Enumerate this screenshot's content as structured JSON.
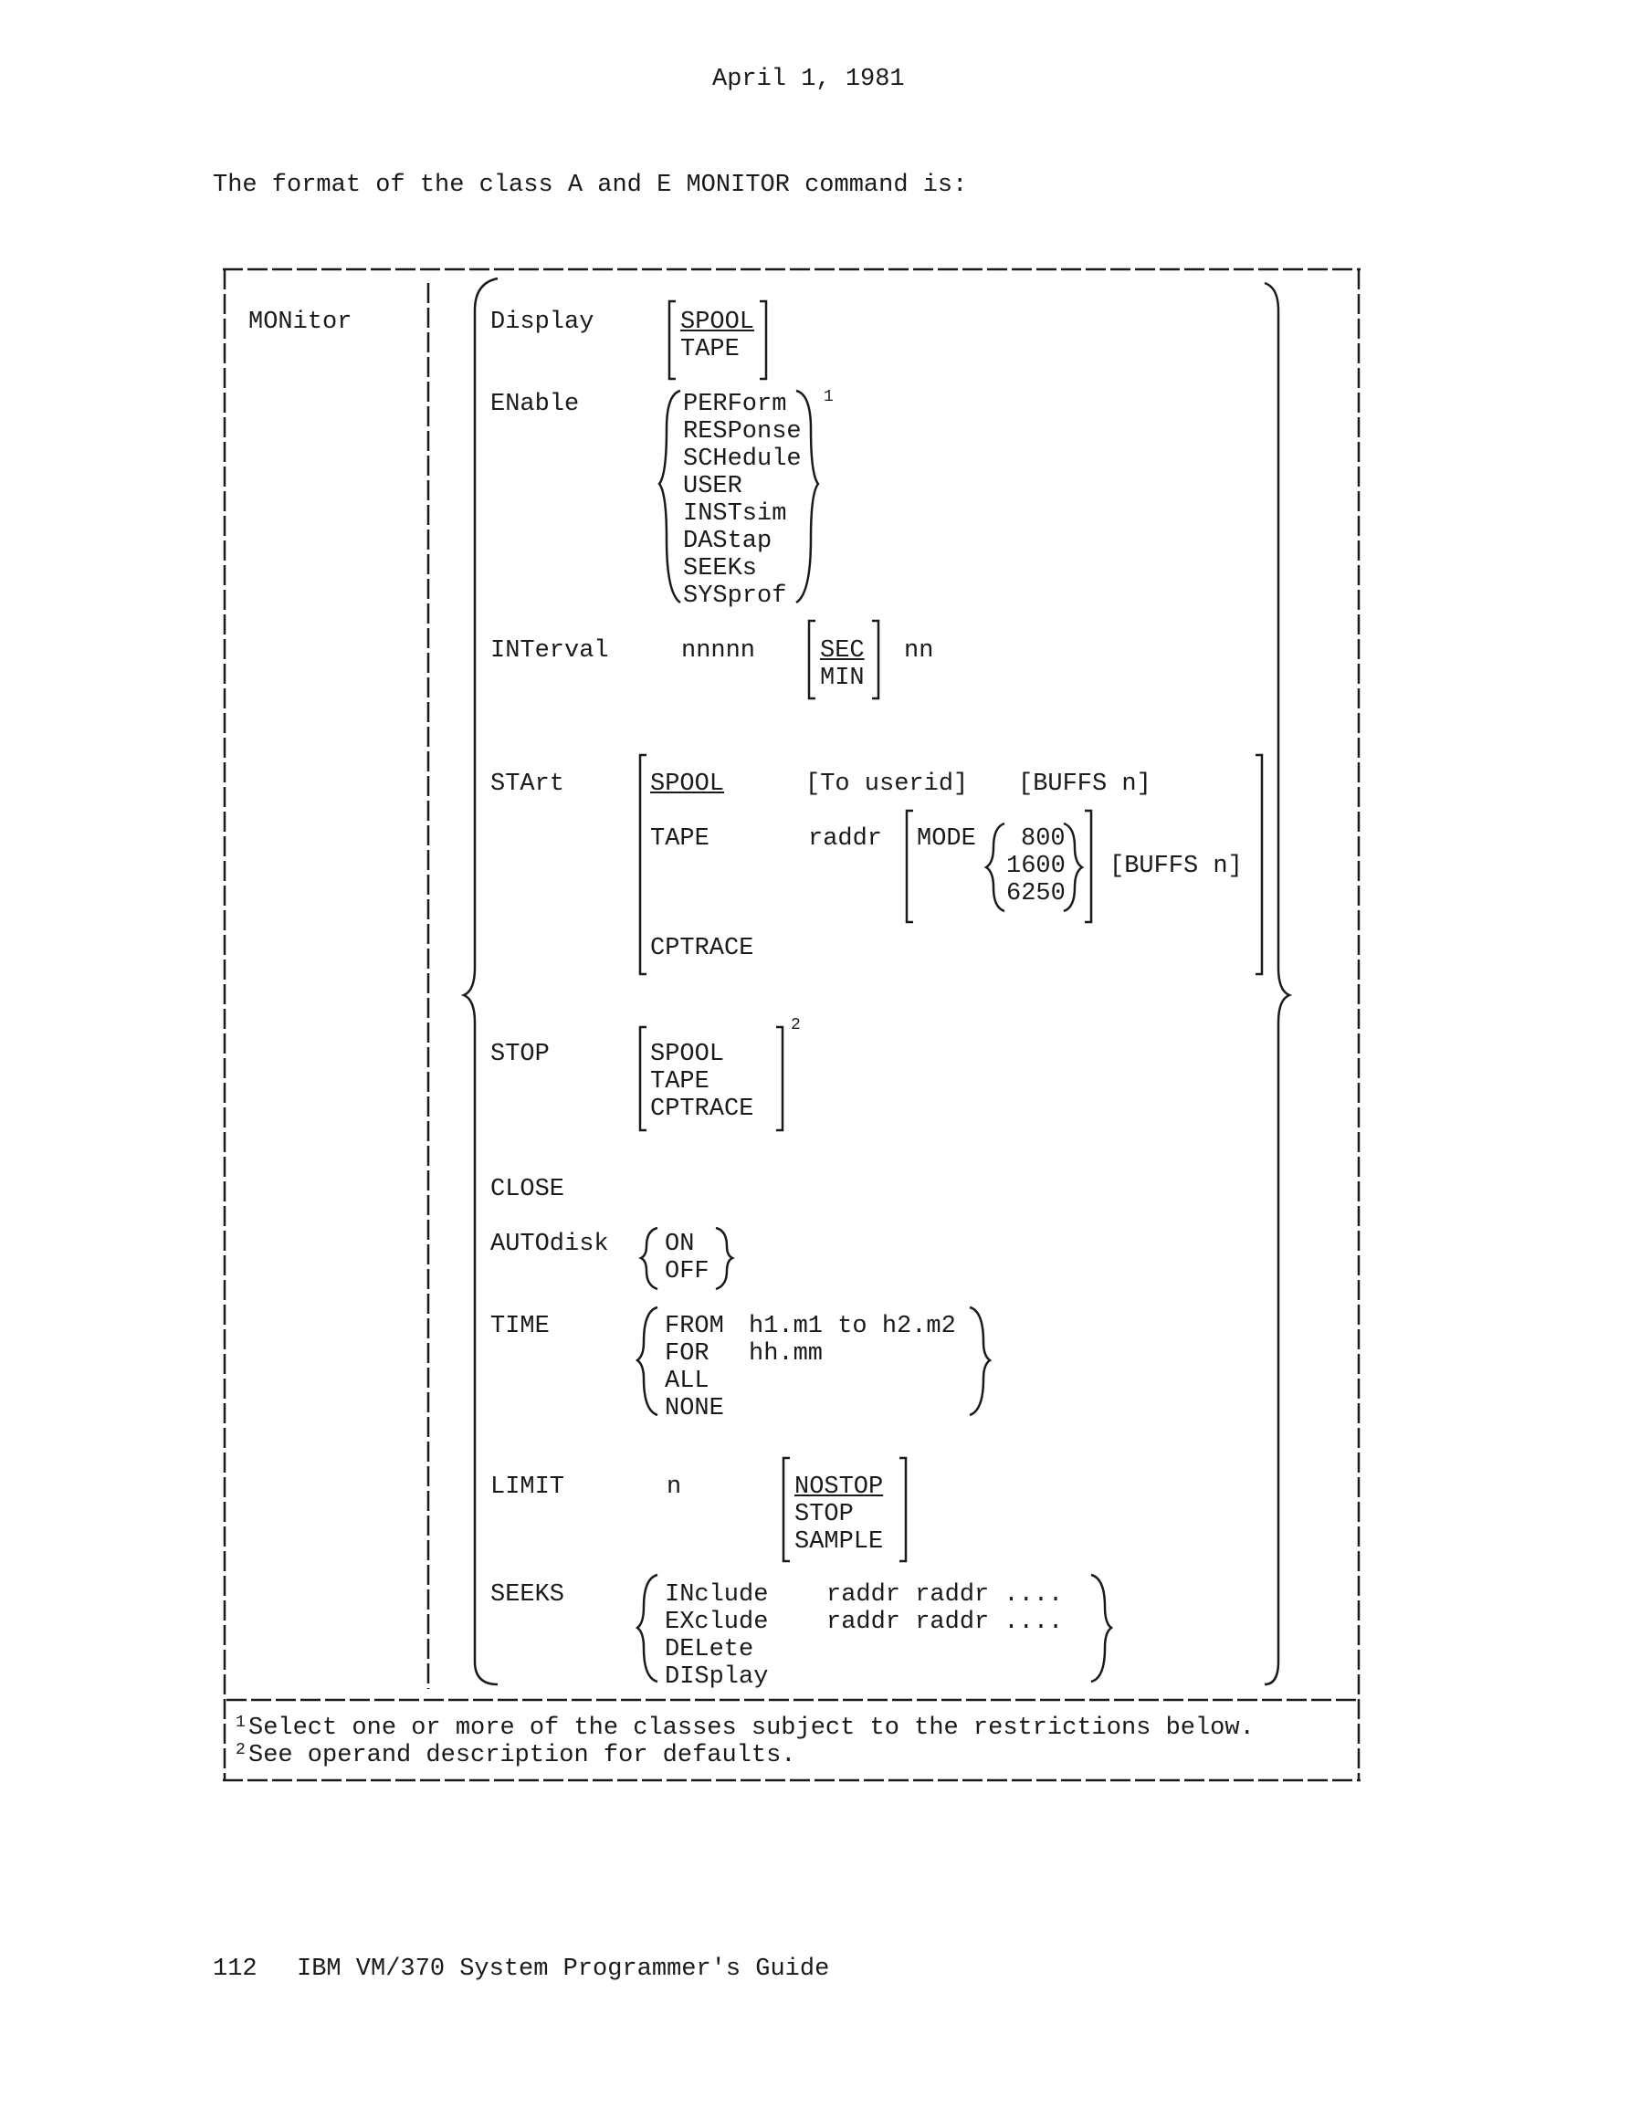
{
  "header": {
    "date": "April 1, 1981"
  },
  "intro": "The format of the class A and E MONITOR command is:",
  "command": "MONitor",
  "operands": {
    "display": {
      "keyword": "Display",
      "options": [
        "SPOOL",
        "TAPE"
      ],
      "default": "SPOOL"
    },
    "enable": {
      "keyword": "ENable",
      "classes": [
        "PERForm",
        "RESPonse",
        "SCHedule",
        "USER",
        "INSTsim",
        "DAStap",
        "SEEKs",
        "SYSprof"
      ],
      "note_mark": "1"
    },
    "interval": {
      "keyword": "INTerval",
      "value": "nnnnn",
      "units": [
        "SEC",
        "MIN"
      ],
      "default_unit": "SEC",
      "extra": "nn"
    },
    "start": {
      "keyword": "STArt",
      "spool": "SPOOL",
      "to_userid": "[To userid]",
      "buffs_spool": "[BUFFS n]",
      "tape": "TAPE",
      "raddr": "raddr",
      "mode": "MODE",
      "densities": [
        "800",
        "1600",
        "6250"
      ],
      "buffs_tape": "[BUFFS n]",
      "cptrace": "CPTRACE"
    },
    "stop": {
      "keyword": "STOP",
      "options": [
        "SPOOL",
        "TAPE",
        "CPTRACE"
      ],
      "note_mark": "2"
    },
    "close": {
      "keyword": "CLOSE"
    },
    "autodisk": {
      "keyword": "AUTOdisk",
      "options": [
        "ON",
        "OFF"
      ]
    },
    "time": {
      "keyword": "TIME",
      "from": "FROM",
      "from_val": "h1.m1 to h2.m2",
      "for": "FOR",
      "for_val": "hh.mm",
      "all": "ALL",
      "none": "NONE"
    },
    "limit": {
      "keyword": "LIMIT",
      "value": "n",
      "options": [
        "NOSTOP",
        "STOP",
        "SAMPLE"
      ],
      "default": "NOSTOP"
    },
    "seeks": {
      "keyword": "SEEKS",
      "include": "INclude",
      "exclude": "EXclude",
      "delete": "DELete",
      "display": "DISplay",
      "args": "raddr raddr ...."
    }
  },
  "footnotes": [
    {
      "mark": "1",
      "text": "Select one or more of the classes subject to the restrictions below."
    },
    {
      "mark": "2",
      "text": "See operand description for defaults."
    }
  ],
  "footer": {
    "page": "112",
    "title": "IBM VM/370 System Programmer's Guide"
  }
}
